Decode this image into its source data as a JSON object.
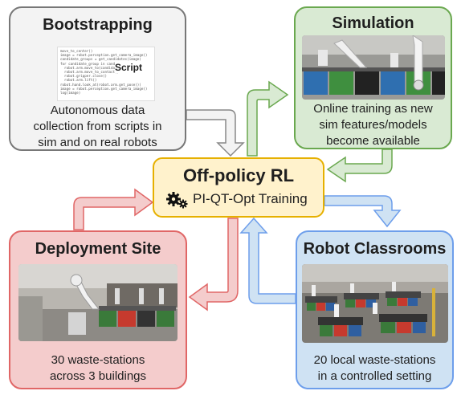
{
  "colors": {
    "gray_fill": "#f3f3f3",
    "gray_border": "#777777",
    "green_fill": "#d9ead3",
    "green_border": "#6aa84f",
    "yellow_fill": "#fff2cc",
    "yellow_border": "#e6b000",
    "red_fill": "#f4cccc",
    "red_border": "#e06666",
    "blue_fill": "#cfe2f3",
    "blue_border": "#6d9eeb"
  },
  "bootstrapping": {
    "title": "Bootstrapping",
    "script_label": "Script",
    "code_lines": [
      "move_to_center()",
      "image = robot.perception.get_camera_image()",
      "candidate_groups = get_candidates(image)",
      "for candidate_group in candidate_groups:",
      "  robot.arm.move_to(candidate_group)",
      "  robot.arm.move_to_contact()",
      "  robot.gripper.close()",
      "  robot.arm.lift()",
      "robot.hand.look_at(robot.arm.get_pose())",
      "image = robot.perception.get_camera_image()",
      "log(image)"
    ],
    "desc_lines": [
      "Autonomous data",
      "collection from scripts in",
      "sim and on real robots"
    ]
  },
  "simulation": {
    "title": "Simulation",
    "desc_lines": [
      "Online training as new",
      "sim features/models",
      "become available"
    ]
  },
  "center": {
    "title": "Off-policy RL",
    "subtitle": "PI-QT-Opt Training",
    "icon": "gears-icon"
  },
  "deployment": {
    "title": "Deployment Site",
    "desc_lines": [
      "30 waste-stations",
      "across 3 buildings"
    ]
  },
  "classrooms": {
    "title": "Robot Classrooms",
    "desc_lines": [
      "20 local waste-stations",
      "in a controlled setting"
    ]
  }
}
